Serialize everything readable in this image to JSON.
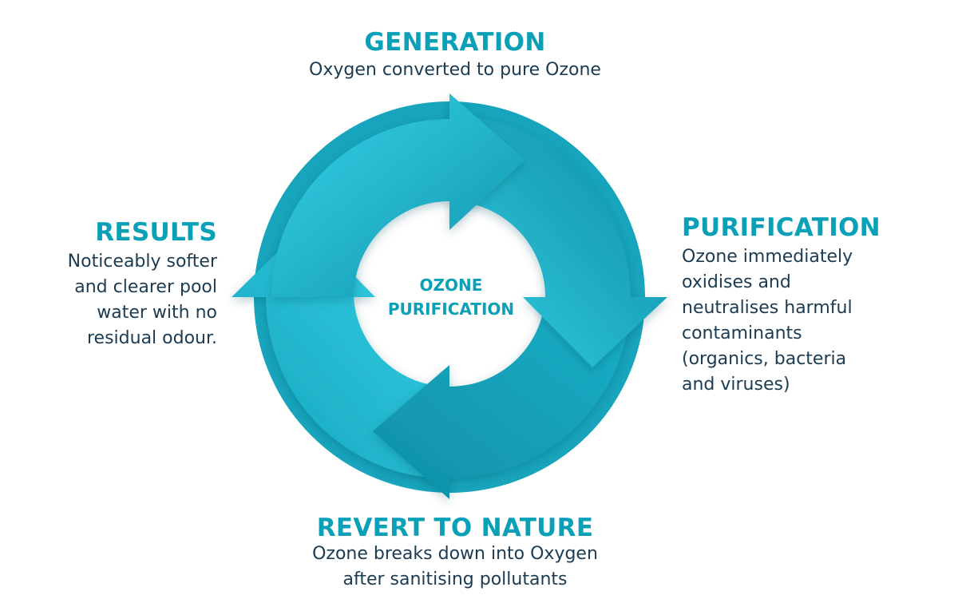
{
  "diagram": {
    "center_label": "OZONE\nPURIFICATION",
    "stages": {
      "generation": {
        "title": "GENERATION",
        "description": "Oxygen converted to pure Ozone"
      },
      "purification": {
        "title": "PURIFICATION",
        "description": "Ozone immediately\noxidises and\nneutralises harmful\ncontaminants\n(organics, bacteria\nand viruses)"
      },
      "revert": {
        "title": "REVERT TO NATURE",
        "description": "Ozone breaks down into Oxygen\nafter sanitising pollutants"
      },
      "results": {
        "title": "RESULTS",
        "description": "Noticeably softer\nand clearer pool\nwater with no\nresidual odour."
      }
    },
    "colors": {
      "title": "#0aa0b8",
      "text": "#1b3b52",
      "arrow_light": "#36d3e8",
      "arrow_mid": "#1eb4cb",
      "arrow_dark": "#0b8ea6"
    }
  }
}
